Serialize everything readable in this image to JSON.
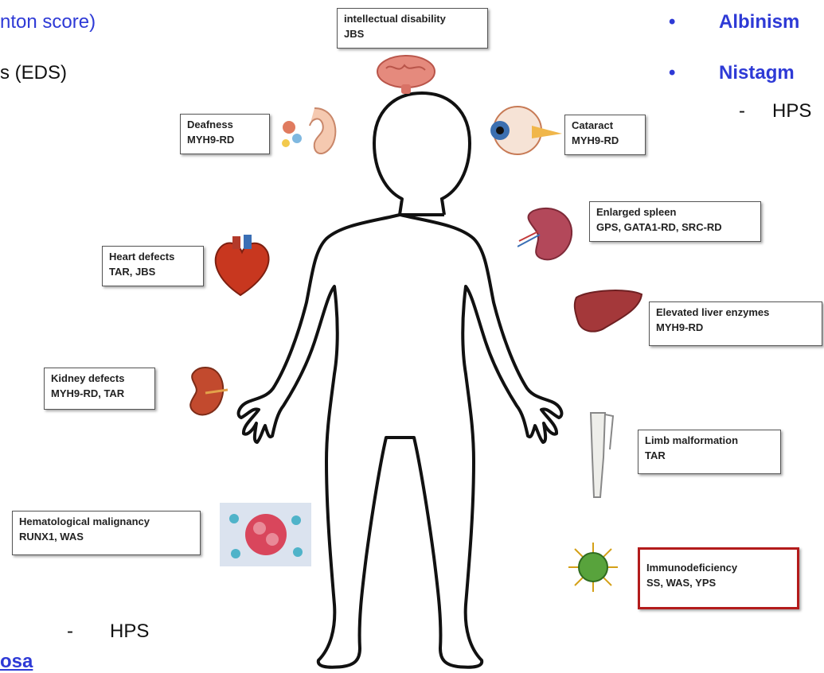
{
  "slide": {
    "left_text": {
      "line1": "nton score)",
      "line2": "s (EDS)",
      "bottom_dash": "-",
      "bottom_hps": "HPS",
      "bottom_bold": "osa"
    },
    "right_text": {
      "bullet": "•",
      "albinism": "Albinism",
      "nistagmus": "Nistagm",
      "dash": "-",
      "hps": "HPS"
    }
  },
  "boxes": {
    "intellectual": {
      "line1": "intellectual disability",
      "line2": "JBS"
    },
    "deafness": {
      "line1": "Deafness",
      "line2": "MYH9-RD"
    },
    "cataract": {
      "line1": "Cataract",
      "line2": "MYH9-RD"
    },
    "spleen": {
      "line1": "Enlarged spleen",
      "line2": "GPS, GATA1-RD, SRC-RD"
    },
    "heart": {
      "line1": "Heart defects",
      "line2": "TAR, JBS"
    },
    "liver": {
      "line1": "Elevated liver enzymes",
      "line2": "MYH9-RD"
    },
    "kidney": {
      "line1": "Kidney defects",
      "line2": "MYH9-RD, TAR"
    },
    "limb": {
      "line1": "Limb malformation",
      "line2": "TAR"
    },
    "hematological": {
      "line1": "Hematological malignancy",
      "line2": "RUNX1, WAS"
    },
    "immunodeficiency": {
      "line1": "Immunodeficiency",
      "line2": "SS, WAS, YPS"
    }
  },
  "colors": {
    "bullet_text": "#2e3ad6",
    "highlight_border": "#b31b1b"
  }
}
